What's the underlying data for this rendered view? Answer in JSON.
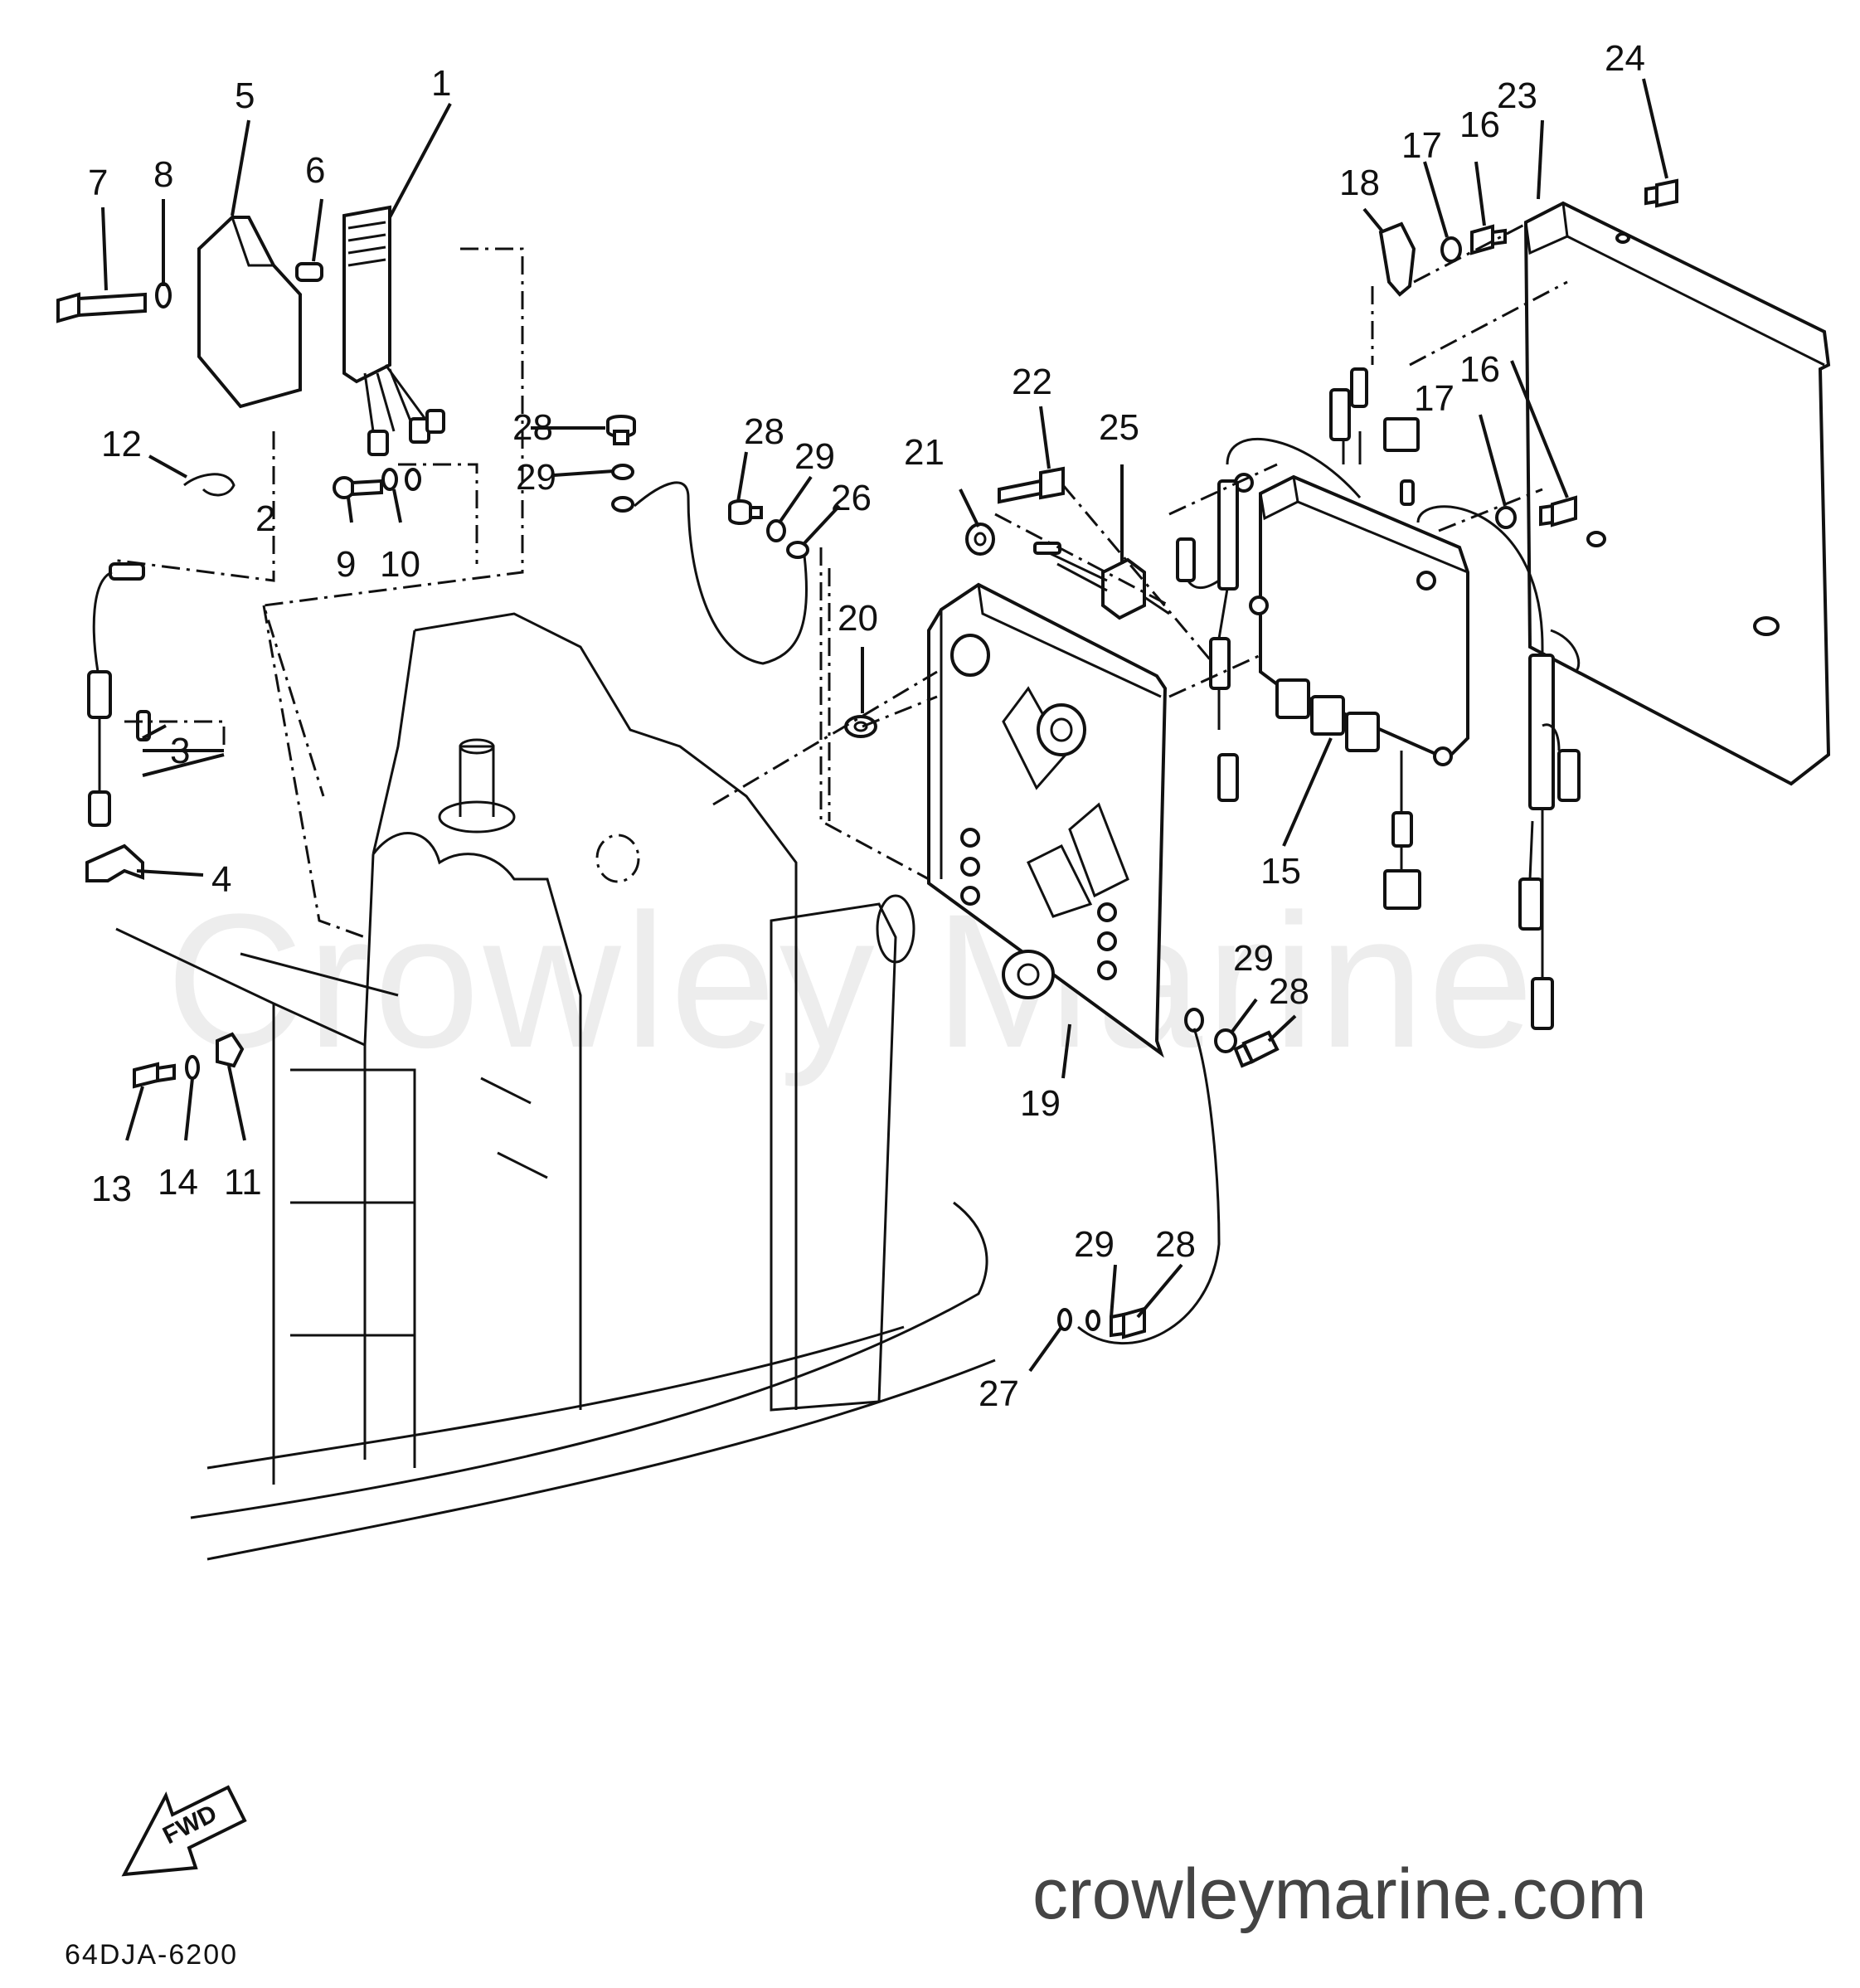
{
  "watermark": "Crowley Marine",
  "website": "crowleymarine.com",
  "diagram_code": "64DJA-6200",
  "fwd_arrow_label": "FWD",
  "callouts": {
    "c1": "1",
    "c2": "2",
    "c3": "3",
    "c4": "4",
    "c5": "5",
    "c6": "6",
    "c7": "7",
    "c8": "8",
    "c9": "9",
    "c10": "10",
    "c11": "11",
    "c12": "12",
    "c13": "13",
    "c14": "14",
    "c15": "15",
    "c16a": "16",
    "c16b": "16",
    "c17a": "17",
    "c17b": "17",
    "c18": "18",
    "c19": "19",
    "c20": "20",
    "c21": "21",
    "c22": "22",
    "c23": "23",
    "c24": "24",
    "c25": "25",
    "c26": "26",
    "c27": "27",
    "c28a": "28",
    "c28b": "28",
    "c28c": "28",
    "c28d": "28",
    "c29a": "29",
    "c29b": "29",
    "c29c": "29",
    "c29d": "29"
  }
}
